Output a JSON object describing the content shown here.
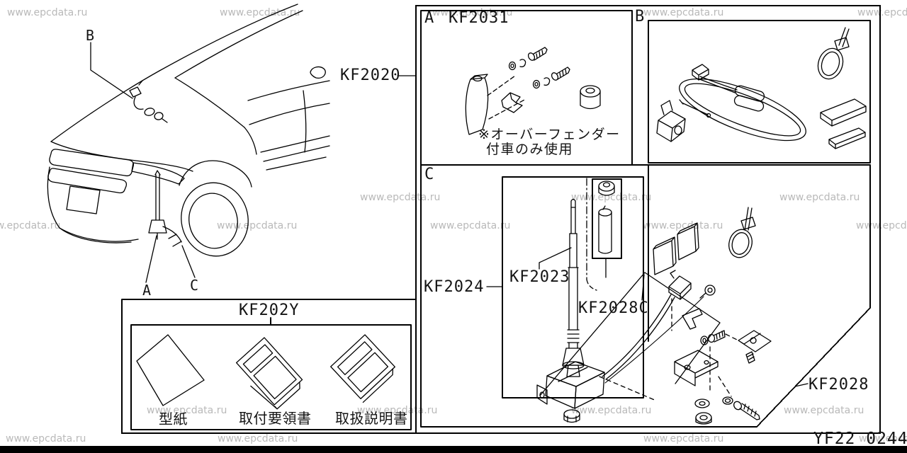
{
  "watermark": {
    "text": "www.epcdata.ru",
    "color": "#b9b9b9"
  },
  "page": {
    "code": "YF22 0244",
    "background": "#ffffff",
    "line_color": "#000000"
  },
  "car": {
    "label_b": "B",
    "label_a": "A",
    "label_c": "C"
  },
  "panel": {
    "kit_code": "KF2020",
    "section_a": {
      "letter": "A",
      "code": "KF2031",
      "note_line1": "※オーバーフェンダー",
      "note_line2": "付車のみ使用"
    },
    "section_b": {
      "letter": "B"
    },
    "section_c": {
      "letter": "C",
      "code_main": "KF2024",
      "code_mast": "KF2023",
      "code_rod": "KF2028C",
      "code_kit": "KF2028"
    }
  },
  "docs_box": {
    "title": "KF202Y",
    "items": [
      {
        "label": "型紙"
      },
      {
        "label": "取付要領書"
      },
      {
        "label": "取扱説明書"
      }
    ]
  }
}
